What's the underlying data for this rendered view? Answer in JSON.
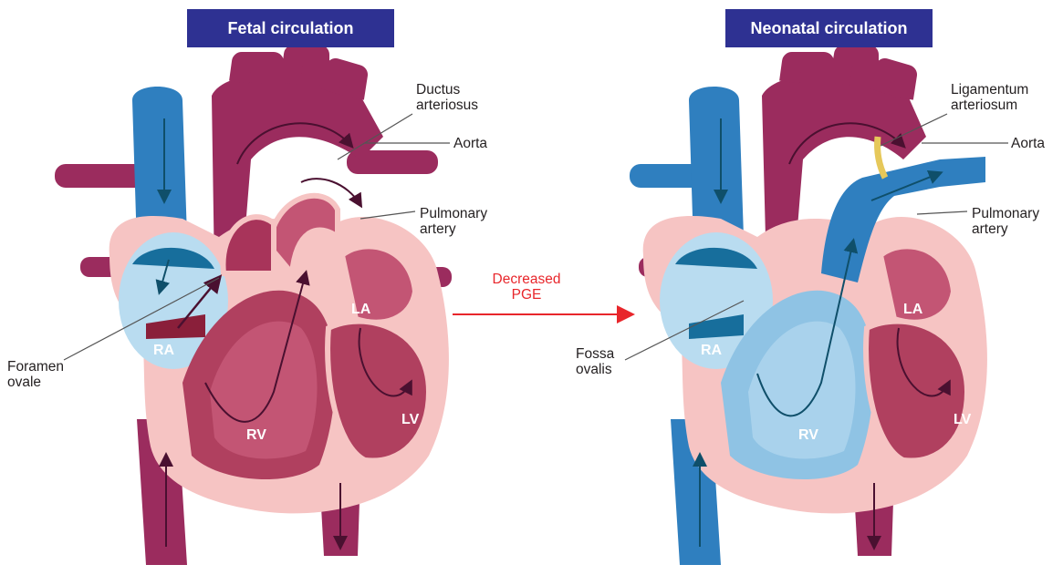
{
  "colors": {
    "title_bg": "#2e3192",
    "oxygenated": "#9b2c5e",
    "deoxygenated": "#2f7fbf",
    "tissue": "#f6c4c3",
    "arrow": "#e8262b"
  },
  "left_panel": {
    "title": "Fetal circulation",
    "labels": {
      "ductus": "Ductus arteriosus",
      "aorta": "Aorta",
      "pulmonary": "Pulmonary artery",
      "foramen": "Foramen ovale"
    },
    "chambers": {
      "ra": "RA",
      "rv": "RV",
      "la": "LA",
      "lv": "LV"
    }
  },
  "right_panel": {
    "title": "Neonatal circulation",
    "labels": {
      "ligamentum": "Ligamentum arteriosum",
      "aorta": "Aorta",
      "pulmonary": "Pulmonary artery",
      "fossa": "Fossa ovalis"
    },
    "chambers": {
      "ra": "RA",
      "rv": "RV",
      "la": "LA",
      "lv": "LV"
    }
  },
  "transition": {
    "label": "Decreased PGE"
  }
}
